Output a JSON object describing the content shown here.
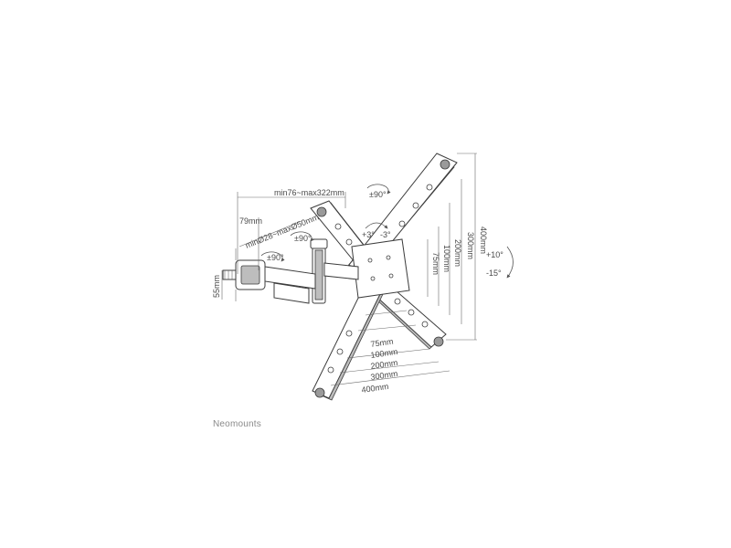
{
  "brand": {
    "name": "Neomounts"
  },
  "dimensions": {
    "arm_range": "min76~max322mm",
    "clamp_height": "79mm",
    "pole_diameter": "minØ28~maxØ50mm",
    "clamp_base": "55mm",
    "vesa_h_75": "75mm",
    "vesa_h_100": "100mm",
    "vesa_h_200": "200mm",
    "vesa_h_300": "300mm",
    "vesa_h_400": "400mm",
    "vesa_v_75": "75mm",
    "vesa_v_100": "100mm",
    "vesa_v_200": "200mm",
    "vesa_v_300": "300mm",
    "vesa_v_400": "400mm"
  },
  "rotations": {
    "rotate_top": "±90°",
    "rotate_mid": "±90°",
    "rotate_left": "±90°",
    "tilt_plus_small": "+3°",
    "tilt_minus_small": "-3°",
    "tilt_up": "+10°",
    "tilt_down": "-15°"
  }
}
